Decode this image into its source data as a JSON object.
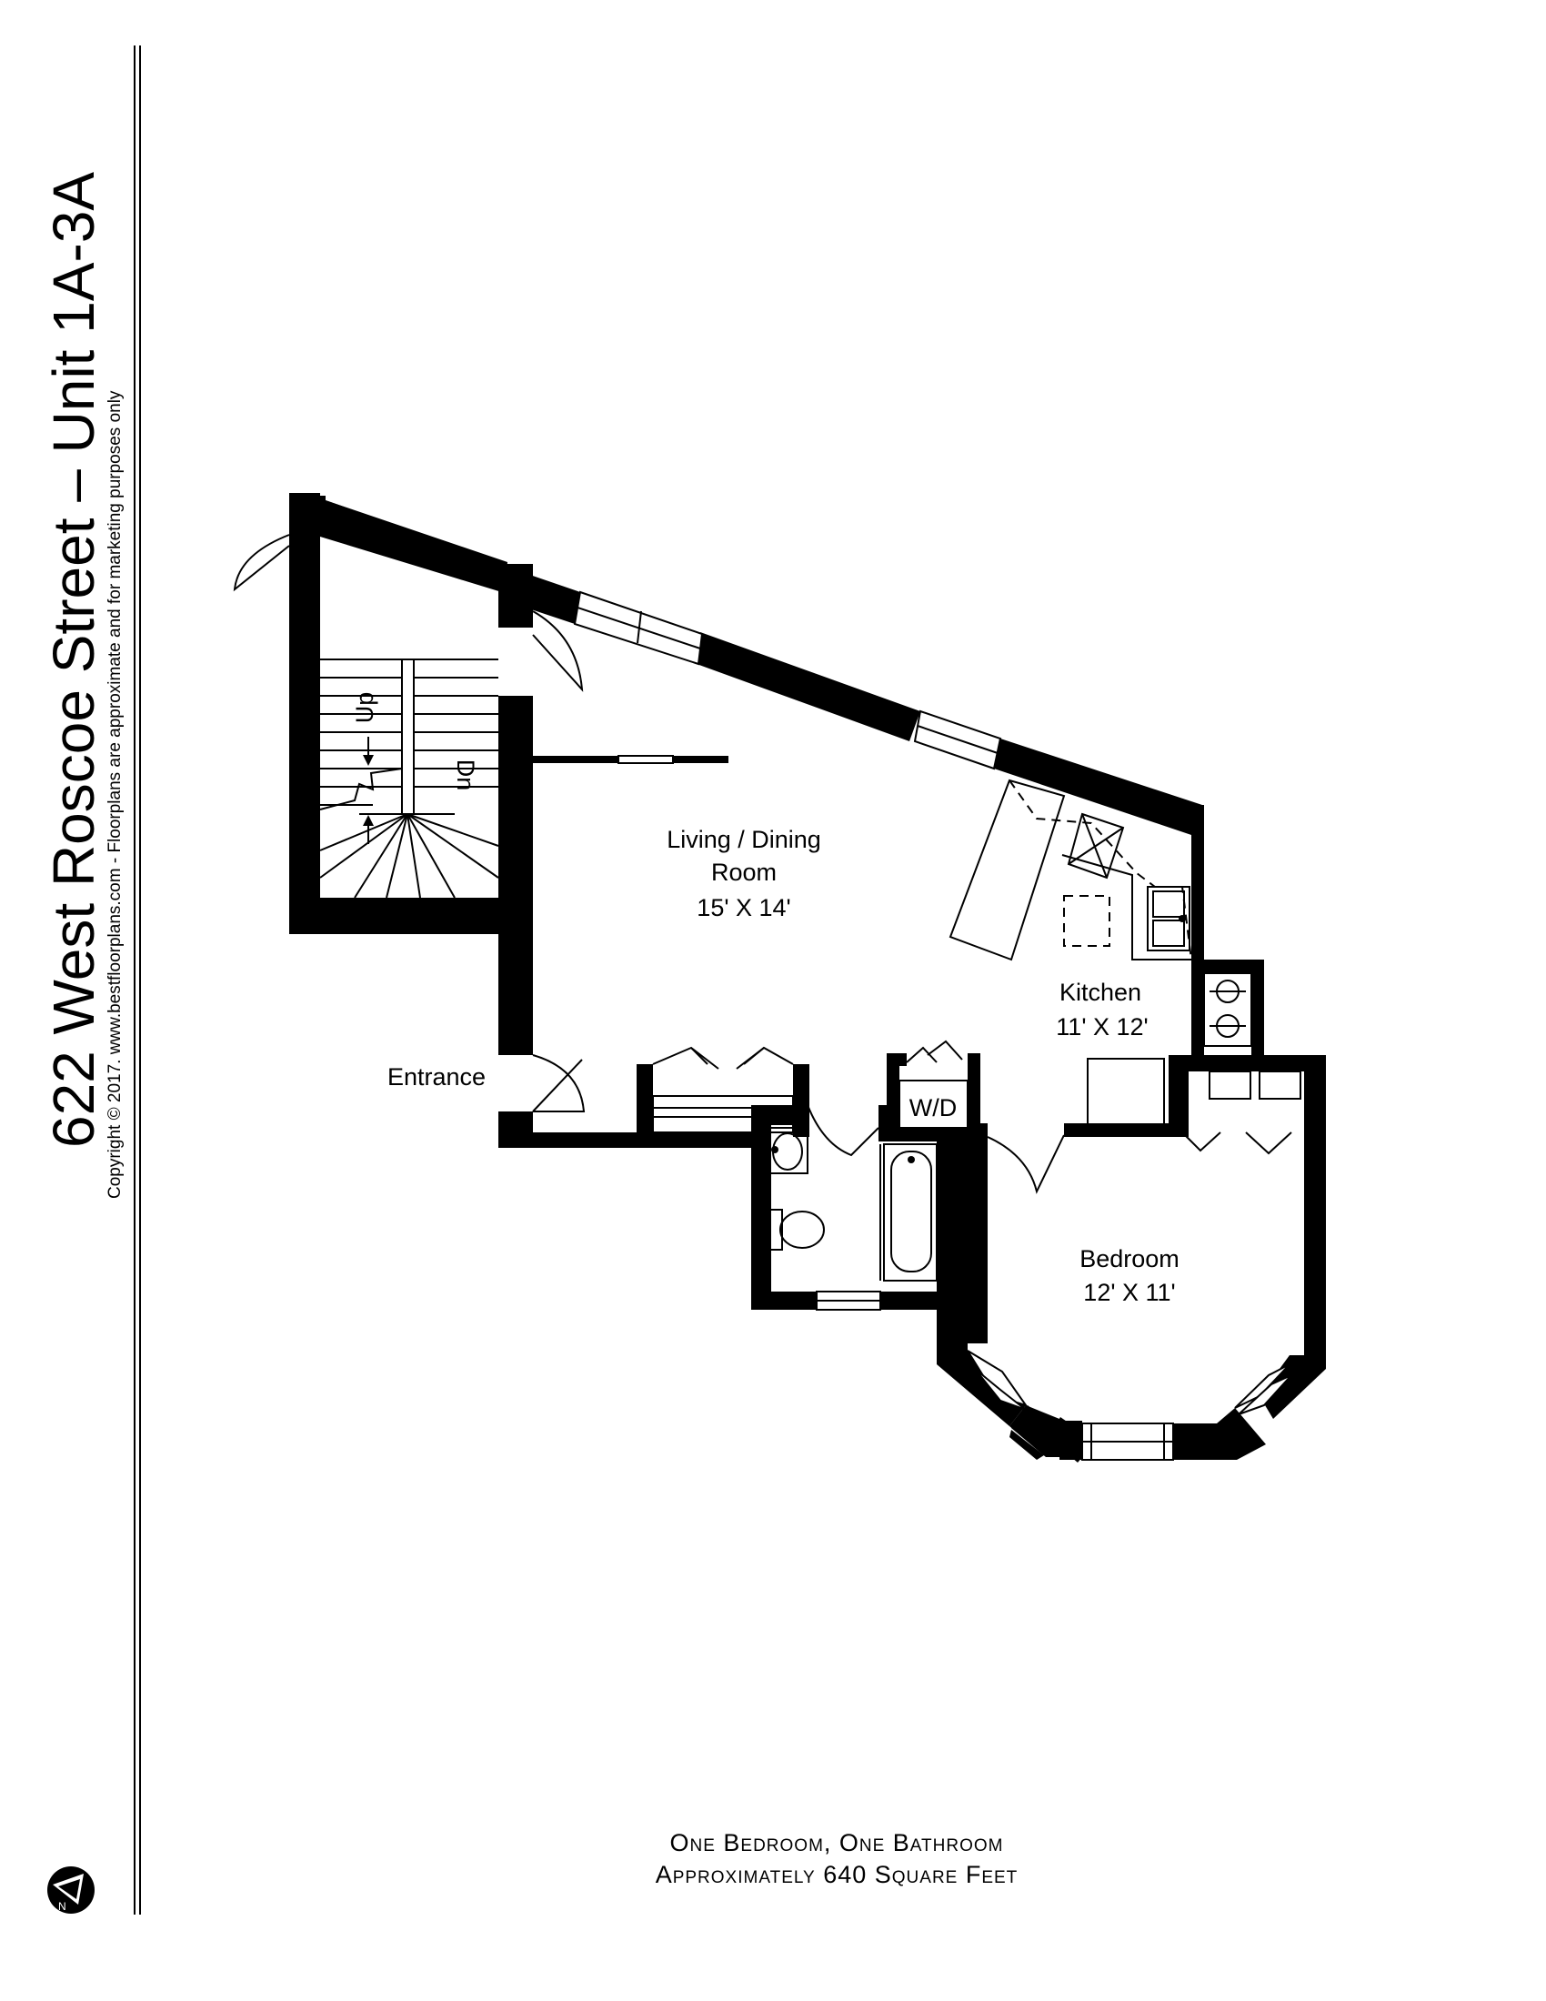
{
  "title": "622 West Roscoe Street – Unit 1A-3A",
  "copyright": "Copyright © 2017. www.bestfloorplans.com - Floorplans are approximate and for marketing purposes only",
  "rooms": {
    "living": {
      "name1": "Living / Dining",
      "name2": "Room",
      "size": "15' X 14'"
    },
    "kitchen": {
      "name": "Kitchen",
      "size": "11' X 12'"
    },
    "bedroom": {
      "name": "Bedroom",
      "size": "12' X 11'"
    },
    "entrance": "Entrance",
    "washer_dryer": "W/D"
  },
  "stairs": {
    "up": "Up",
    "down": "Dn"
  },
  "footer": {
    "line1": "One Bedroom, One Bathroom",
    "line2": "Approximately 640 Square Feet"
  },
  "compass": {
    "label": "N"
  }
}
